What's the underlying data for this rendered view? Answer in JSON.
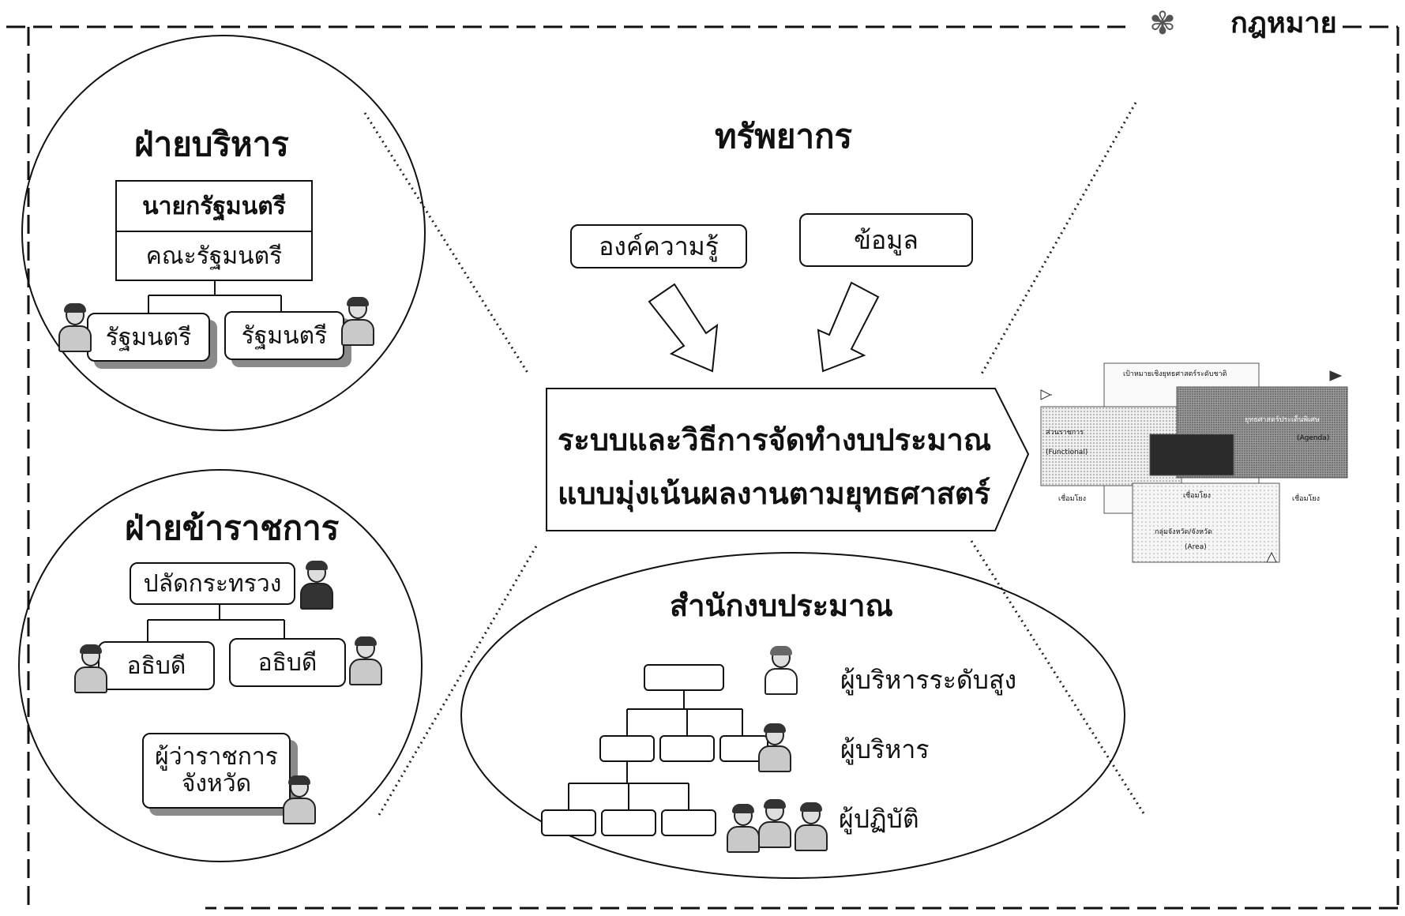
{
  "header": {
    "brand_label": "กฎหมาย"
  },
  "executive": {
    "title": "ฝ่ายบริหาร",
    "prime_minister": "นายกรัฐมนตรี",
    "cabinet": "คณะรัฐมนตรี",
    "ministers": [
      "รัฐมนตรี",
      "รัฐมนตรี"
    ]
  },
  "civil_service": {
    "title": "ฝ่ายข้าราชการ",
    "permanent_secretary": "ปลัดกระทรวง",
    "director_generals": [
      "อธิบดี",
      "อธิบดี"
    ],
    "governor_line1": "ผู้ว่าราชการ",
    "governor_line2": "จังหวัด"
  },
  "resources": {
    "title": "ทรัพยากร",
    "items": [
      "องค์ความรู้",
      "ข้อมูล"
    ]
  },
  "system": {
    "line1": "ระบบและวิธีการจัดทำงบประมาณ",
    "line2": "แบบมุ่งเน้นผลงานตามยุทธศาสตร์"
  },
  "budget_bureau": {
    "title": "สำนักงบประมาณ",
    "levels": [
      "ผู้บริหารระดับสูง",
      "ผู้บริหาร",
      "ผู้ปฏิบัติ"
    ]
  },
  "mini_diagram": {
    "top": "เป้าหมายเชิงยุทธศาสตร์ระดับชาติ",
    "left_line1": "ส่วนราชการ",
    "left_line2": "(Functional)",
    "right_line1": "ยุทธศาสตร์ประเด็นพิเศษ",
    "right_line2": "(Agenda)",
    "bottom_line1": "กลุ่มจังหวัด/จังหวัด",
    "bottom_line2": "(Area)",
    "link_labels": [
      "เชื่อมโยง",
      "เชื่อมโยง",
      "เชื่อมโยง"
    ]
  }
}
